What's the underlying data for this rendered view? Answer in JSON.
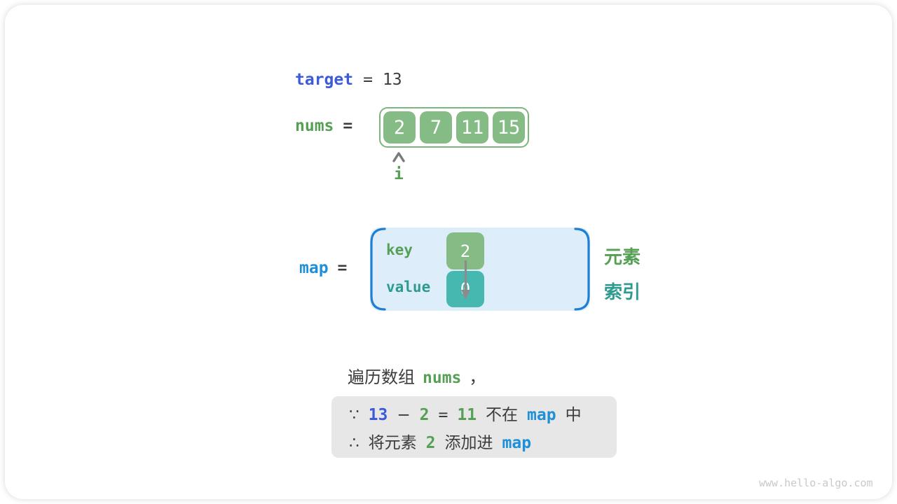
{
  "colors": {
    "royal_blue": "#3b5bdb",
    "green_text": "#56a056",
    "green_fill": "#85bb85",
    "green_border": "#7db67d",
    "teal_text": "#2f9b90",
    "teal_fill": "#47b8af",
    "bright_blue": "#1f8fd9",
    "dark_text": "#3c3c3c",
    "map_box_fill": "#ddeefa",
    "map_bracket": "#1f7fd0",
    "note_bg": "#e7e7e7",
    "arrow_gray": "#8c8c8c",
    "watermark_gray": "#c9c9c9"
  },
  "target_row": {
    "label": "target",
    "equals": "=",
    "value": "13"
  },
  "nums_row": {
    "label": "nums",
    "equals": "=",
    "cells": [
      "2",
      "7",
      "11",
      "15"
    ],
    "pointer_label": "i"
  },
  "map_row": {
    "label": "map",
    "equals": "=",
    "key_label": "key",
    "value_label": "value",
    "key_cell": "2",
    "value_cell": "0",
    "element_label": "元素",
    "index_label": "索引"
  },
  "caption": {
    "text_before": "遍历数组",
    "code": "nums",
    "comma": "，"
  },
  "note_box": {
    "line1": {
      "symbol": "∵",
      "target_value": "13",
      "minus": "−",
      "element_value": "2",
      "equals": "=",
      "diff_value": "11",
      "text_not_in": "不在",
      "map_code": "map",
      "text_in": "中"
    },
    "line2": {
      "symbol": "∴",
      "text_prefix": "将元素",
      "element_value": "2",
      "text_middle": "添加进",
      "map_code": "map"
    }
  },
  "watermark": "www.hello-algo.com"
}
